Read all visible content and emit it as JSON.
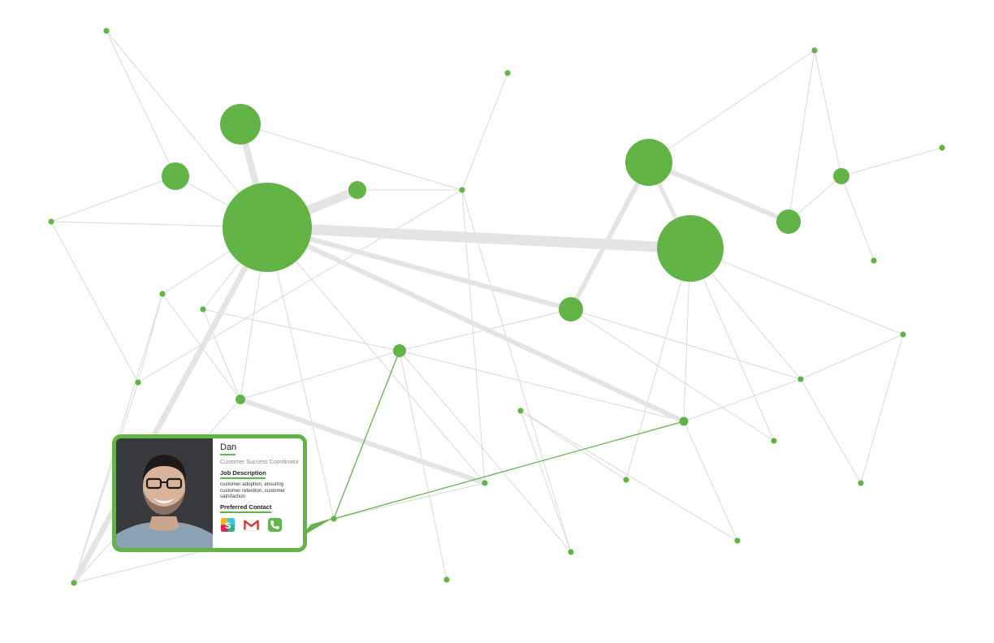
{
  "card": {
    "name": "Dan",
    "role": "Customer Success Coordinator",
    "job_heading": "Job Description",
    "job_text": "customer adoption, ensuring customer retention, customer satisfaction",
    "contact_heading": "Preferred Contact",
    "contacts": [
      {
        "icon": "slack-icon",
        "color": "#2eb67d"
      },
      {
        "icon": "gmail-icon",
        "color": "#d93025"
      },
      {
        "icon": "phone-icon",
        "color": "#5fb848"
      }
    ]
  },
  "colors": {
    "node": "#62b446",
    "edge": "#dddddd",
    "strong_edge": "#e4e4e4",
    "highlight_edge": "#62b446"
  }
}
